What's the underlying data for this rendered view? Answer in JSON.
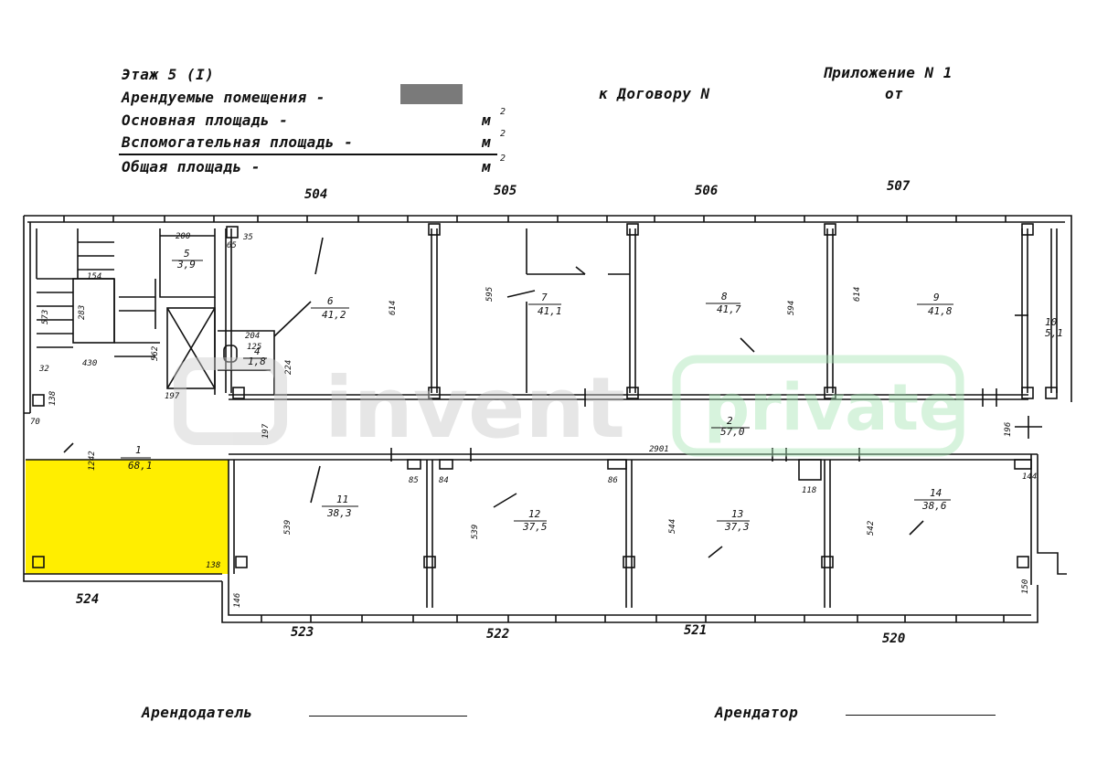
{
  "header": {
    "floor": "Этаж 5 (I)",
    "rented_label": "Арендуемые помещения -",
    "main_area_label": "Основная площадь -",
    "aux_area_label": "Вспомогательная площадь -",
    "total_area_label": "Общая площадь -",
    "unit_m": "м",
    "unit_sup": "2",
    "appendix": "Приложение N 1",
    "contract": "к Договору N",
    "from": "от"
  },
  "outer_rooms": {
    "top": [
      "504",
      "505",
      "506",
      "507"
    ],
    "left": "524",
    "bottom": [
      "523",
      "522",
      "521",
      "520"
    ]
  },
  "rooms": [
    {
      "id": "1",
      "area": "68,1",
      "highlight": true
    },
    {
      "id": "2",
      "area": "57,0"
    },
    {
      "id": "4",
      "area": "1,8"
    },
    {
      "id": "5",
      "area": "3,9"
    },
    {
      "id": "6",
      "area": "41,2"
    },
    {
      "id": "7",
      "area": "41,1"
    },
    {
      "id": "8",
      "area": "41,7"
    },
    {
      "id": "9",
      "area": "41,8"
    },
    {
      "id": "10",
      "area": "5,1"
    },
    {
      "id": "11",
      "area": "38,3"
    },
    {
      "id": "12",
      "area": "37,5"
    },
    {
      "id": "13",
      "area": "37,3"
    },
    {
      "id": "14",
      "area": "38,6"
    }
  ],
  "dimensions": {
    "d200": "200",
    "d154": "154",
    "d283": "283",
    "d573": "573",
    "d430": "430",
    "d562": "562",
    "d614a": "614",
    "d595": "595",
    "d594": "594",
    "d614b": "614",
    "d204": "204",
    "d224": "224",
    "d125": "125",
    "d197a": "197",
    "d197b": "197",
    "d1242": "1242",
    "d2901": "2901",
    "d539a": "539",
    "d539b": "539",
    "d544": "544",
    "d542": "542",
    "d196": "196",
    "d138a": "138",
    "d138b": "138",
    "d146": "146",
    "d150": "150",
    "d118": "118",
    "d85": "85",
    "d84": "84",
    "d86": "86",
    "d144": "144",
    "d65": "65",
    "d35": "35",
    "d32": "32",
    "d70": "70"
  },
  "colors": {
    "highlight": "#ffee00",
    "watermark": "#cccccc",
    "watermark_green": "#a8e6b6"
  },
  "watermark": {
    "brand": "invent",
    "tag": "private"
  },
  "footer": {
    "landlord": "Арендодатель",
    "tenant": "Арендатор"
  }
}
